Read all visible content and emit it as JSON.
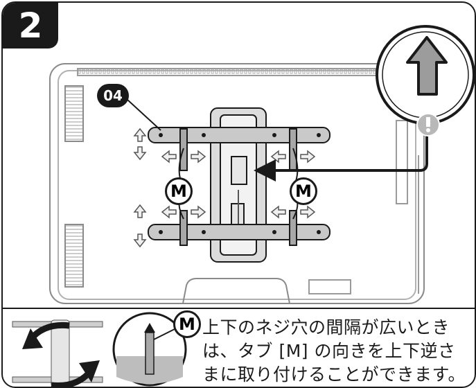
{
  "step": {
    "number": "2"
  },
  "part_label": "04",
  "tab_label": "M",
  "note": {
    "line1": "上下のネジ穴の間隔が広いとき",
    "line2": "は、タブ [M] の向きを上下逆さ",
    "line3": "まに取り付けることができます。"
  },
  "icons": [
    "up-arrow-icon",
    "warning-icon",
    "rotate-arrows-icon"
  ]
}
